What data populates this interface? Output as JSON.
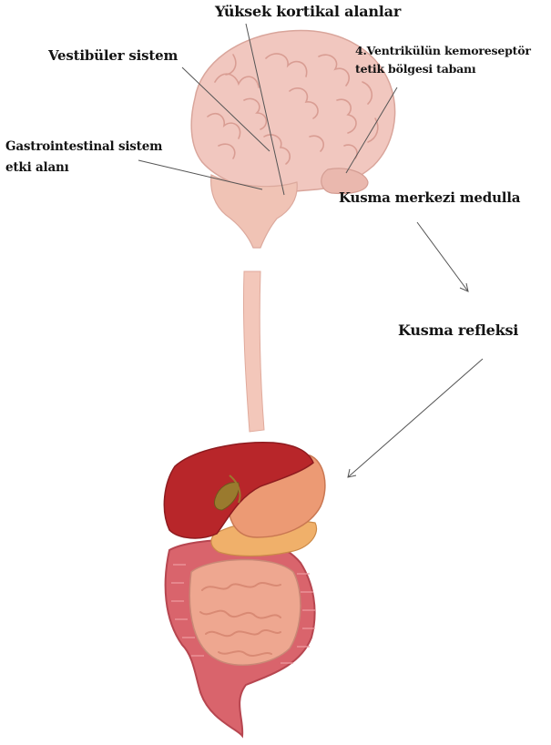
{
  "labels": {
    "higher_cortical": "Yüksek kortikal alanlar",
    "vestibular": "Vestibüler sistem",
    "chemoreceptor_line1": "4.Ventrikülün kemoreseptör",
    "chemoreceptor_line2": "tetik bölgesi tabanı",
    "gi_line1": "Gastrointestinal sistem",
    "gi_line2": "etki alanı",
    "vomiting_center": "Kusma merkezi medulla",
    "vomiting_reflex": "Kusma refleksi"
  },
  "colors": {
    "brain": "#f1c7bf",
    "brain_fold": "#d99d93",
    "spinal_cord": "#f3c7ba",
    "liver": "#b8262a",
    "stomach": "#ec9a74",
    "pancreas": "#f0b06a",
    "gallbladder": "#9a7a2e",
    "small_intestine": "#eea790",
    "large_intestine": "#d9646c",
    "leader_line": "#555555"
  }
}
